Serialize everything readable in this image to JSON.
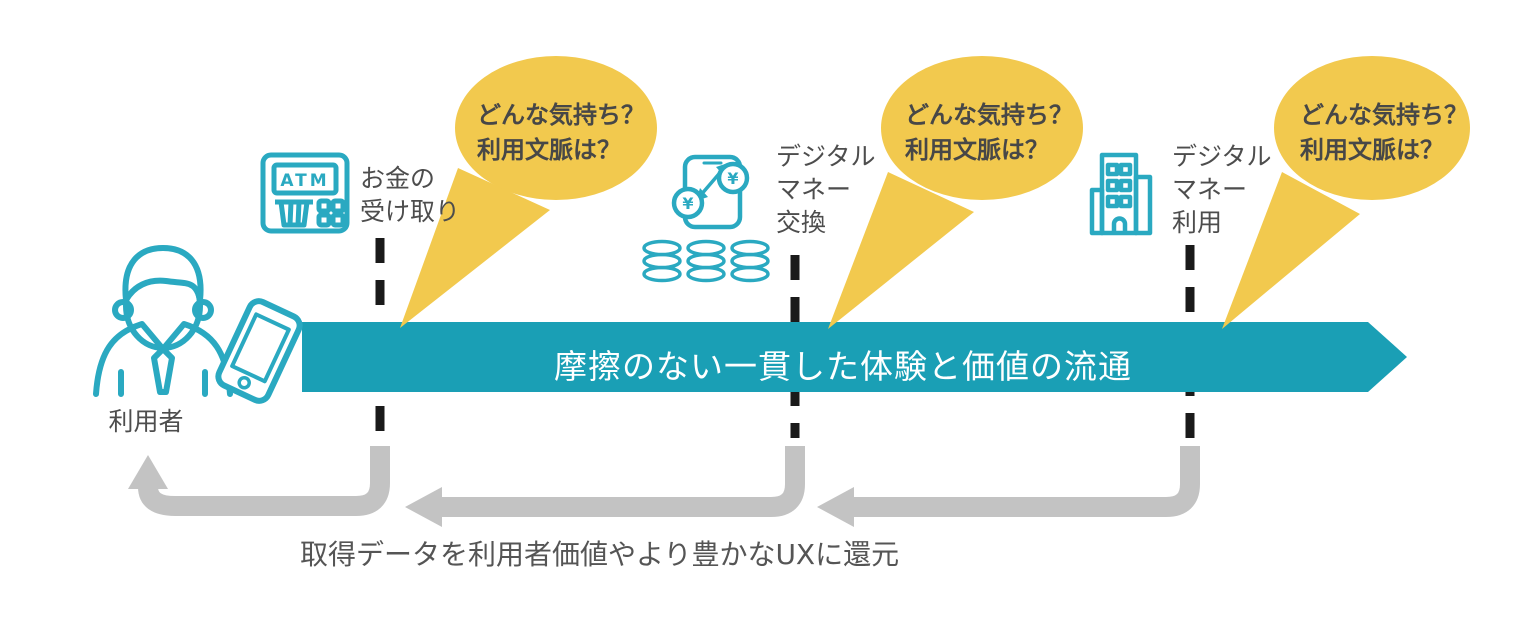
{
  "diagram": {
    "actor": {
      "label": "利用者"
    },
    "steps": [
      {
        "name": "atm",
        "lines": [
          "お金の",
          "受け取り"
        ]
      },
      {
        "name": "exchange",
        "lines": [
          "デジタル",
          "マネー",
          "交換"
        ]
      },
      {
        "name": "usage",
        "lines": [
          "デジタル",
          "マネー",
          "利用"
        ]
      }
    ],
    "bubbles": [
      {
        "line1": "どんな気持ち？",
        "line2": "利用文脈は？"
      },
      {
        "line1": "どんな気持ち？",
        "line2": "利用文脈は？"
      },
      {
        "line1": "どんな気持ち？",
        "line2": "利用文脈は？"
      }
    ],
    "flow_band": {
      "label": "摩擦のない一貫した体験と価値の流通"
    },
    "feedback": {
      "label": "取得データを利用者価値やより豊かなUXに還元"
    },
    "icon_texts": {
      "atm": "ATM",
      "yen_top": "¥",
      "yen_bottom": "¥"
    },
    "colors": {
      "band_teal": "#1A9FB5",
      "icon_teal": "#2AA9C1",
      "bubble_yellow": "#F2C94E",
      "arrow_gray": "#C3C3C3",
      "dash_black": "#1A1A1A",
      "text_gray": "#4D4D4D"
    }
  }
}
